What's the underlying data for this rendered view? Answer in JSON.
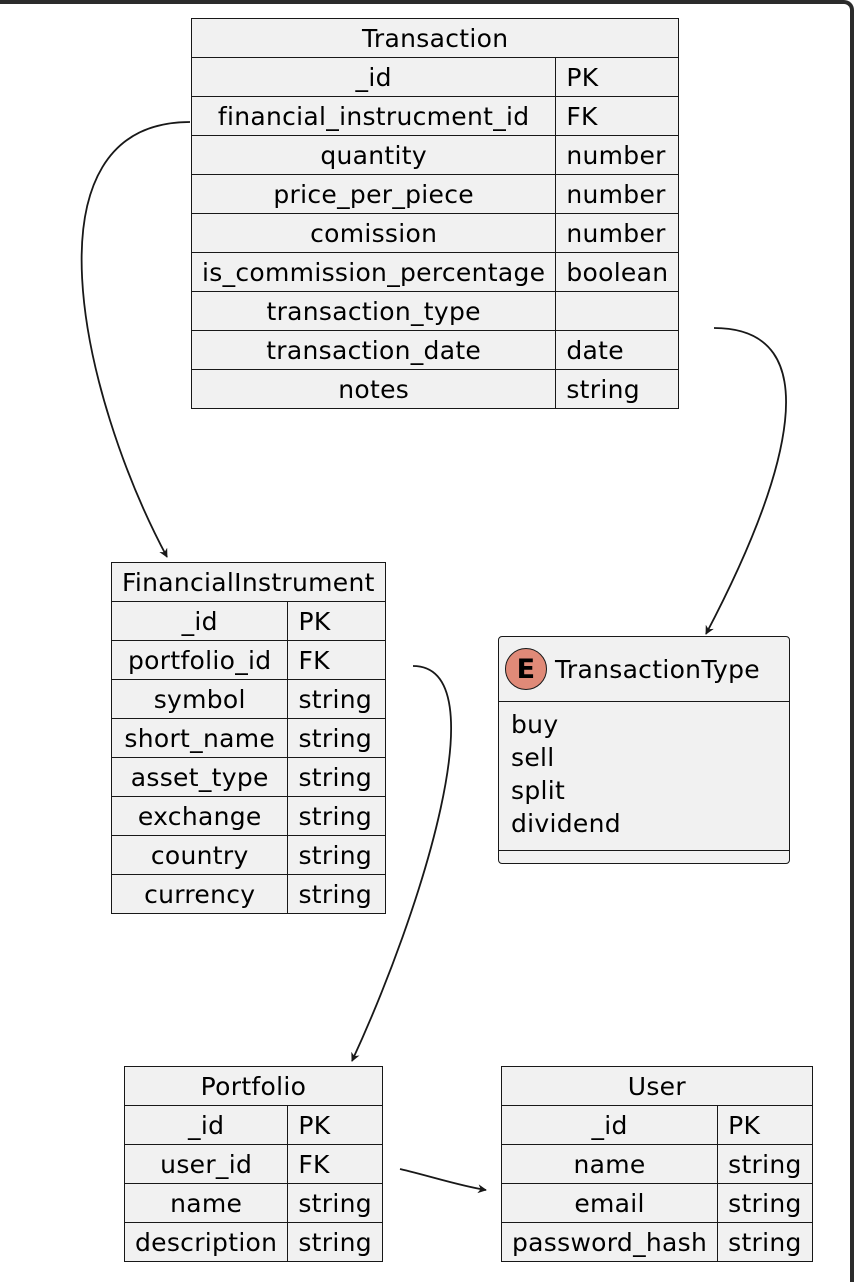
{
  "entities": {
    "transaction": {
      "name": "Transaction",
      "fields": [
        {
          "name": "_id",
          "type": "PK"
        },
        {
          "name": "financial_instrucment_id",
          "type": "FK"
        },
        {
          "name": "quantity",
          "type": "number"
        },
        {
          "name": "price_per_piece",
          "type": "number"
        },
        {
          "name": "comission",
          "type": "number"
        },
        {
          "name": "is_commission_percentage",
          "type": "boolean"
        },
        {
          "name": "transaction_type",
          "type": ""
        },
        {
          "name": "transaction_date",
          "type": "date"
        },
        {
          "name": "notes",
          "type": "string"
        }
      ]
    },
    "financial_instrument": {
      "name": "FinancialInstrument",
      "fields": [
        {
          "name": "_id",
          "type": "PK"
        },
        {
          "name": "portfolio_id",
          "type": "FK"
        },
        {
          "name": "symbol",
          "type": "string"
        },
        {
          "name": "short_name",
          "type": "string"
        },
        {
          "name": "asset_type",
          "type": "string"
        },
        {
          "name": "exchange",
          "type": "string"
        },
        {
          "name": "country",
          "type": "string"
        },
        {
          "name": "currency",
          "type": "string"
        }
      ]
    },
    "portfolio": {
      "name": "Portfolio",
      "fields": [
        {
          "name": "_id",
          "type": "PK"
        },
        {
          "name": "user_id",
          "type": "FK"
        },
        {
          "name": "name",
          "type": "string"
        },
        {
          "name": "description",
          "type": "string"
        }
      ]
    },
    "user": {
      "name": "User",
      "fields": [
        {
          "name": "_id",
          "type": "PK"
        },
        {
          "name": "name",
          "type": "string"
        },
        {
          "name": "email",
          "type": "string"
        },
        {
          "name": "password_hash",
          "type": "string"
        }
      ]
    }
  },
  "enum": {
    "badge": "E",
    "name": "TransactionType",
    "badge_color": "#e08a78",
    "values": [
      "buy",
      "sell",
      "split",
      "dividend"
    ]
  },
  "colors": {
    "box_fill": "#f1f1f1",
    "stroke": "#181818"
  }
}
